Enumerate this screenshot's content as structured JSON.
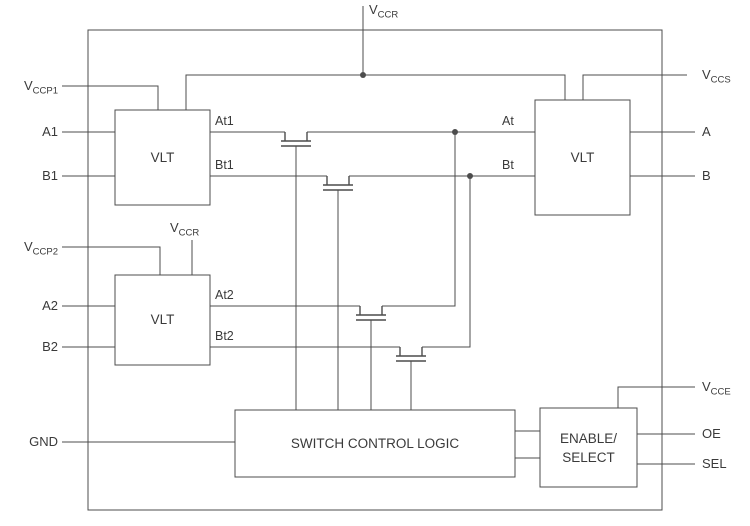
{
  "diagram": {
    "colors": {
      "line": "#4c4c4c",
      "text": "#3a3a3a",
      "background": "#ffffff"
    },
    "blocks": {
      "vlt1": {
        "label": "VLT"
      },
      "vlt2": {
        "label": "VLT"
      },
      "vlt3": {
        "label": "VLT"
      },
      "switch_control": {
        "label": "SWITCH CONTROL LOGIC"
      },
      "enable_select": {
        "line1": "ENABLE/",
        "line2": "SELECT"
      }
    },
    "pins": {
      "vccr_top": {
        "main": "V",
        "sub": "CCR"
      },
      "vccp1": {
        "main": "V",
        "sub": "CCP1"
      },
      "a1": {
        "main": "A1"
      },
      "b1": {
        "main": "B1"
      },
      "vccp2": {
        "main": "V",
        "sub": "CCP2"
      },
      "vccr_inner": {
        "main": "V",
        "sub": "CCR"
      },
      "a2": {
        "main": "A2"
      },
      "b2": {
        "main": "B2"
      },
      "gnd": {
        "main": "GND"
      },
      "vccs": {
        "main": "V",
        "sub": "CCS"
      },
      "a": {
        "main": "A"
      },
      "b": {
        "main": "B"
      },
      "vcce": {
        "main": "V",
        "sub": "CCE"
      },
      "oe": {
        "main": "OE"
      },
      "sel": {
        "main": "SEL"
      }
    },
    "nets": {
      "at1": "At1",
      "bt1": "Bt1",
      "at2": "At2",
      "bt2": "Bt2",
      "at": "At",
      "bt": "Bt"
    }
  }
}
